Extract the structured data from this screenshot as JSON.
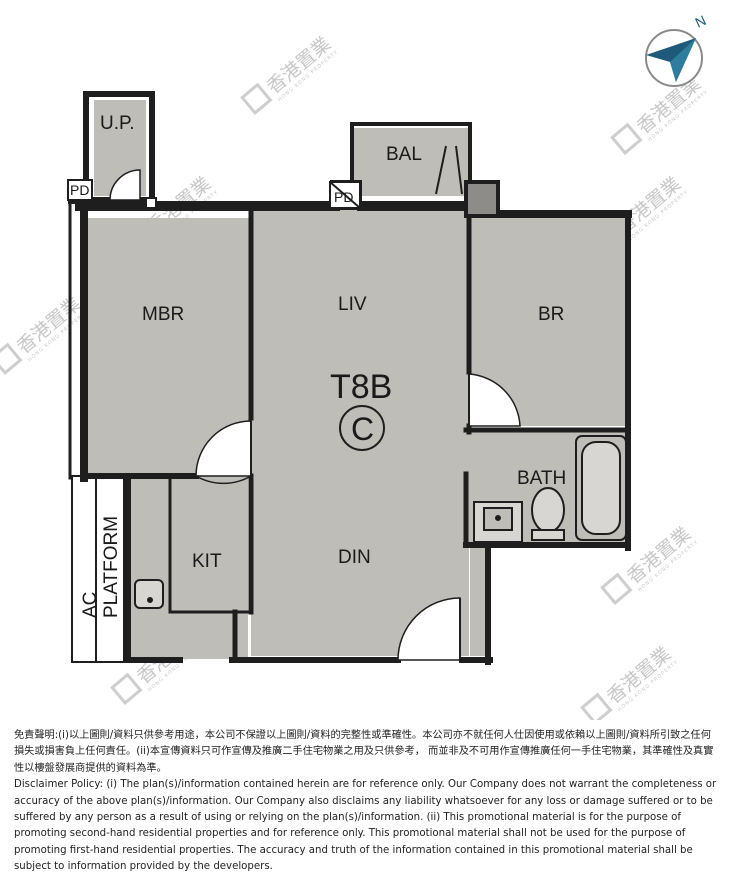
{
  "plan": {
    "unit": "T8B",
    "unit_marker": "C",
    "rooms": {
      "mbr": "MBR",
      "liv": "LIV",
      "br": "BR",
      "bal": "BAL",
      "bath": "BATH",
      "kit": "KIT",
      "din": "DIN",
      "up": "U.P.",
      "pd_left": "PD",
      "pd_center": "PD",
      "ac_platform_line1": "AC",
      "ac_platform_line2": "PLATFORM"
    },
    "compass_letter": "N"
  },
  "watermark": {
    "text": "香港置業",
    "subtext": "HONG KONG PROPERTY"
  },
  "disclaimer": {
    "chinese": "免責聲明:(i)以上圖則/資料只供參考用途，本公司不保證以上圖則/資料的完整性或準確性。本公司亦不就任何人仕因使用或依賴以上圖則/資料所引致之任何損失或損害負上任何責任。(ii)本宣傳資料只可作宣傳及推廣二手住宅物業之用及只供參考， 而並非及不可用作宣傳推廣任何一手住宅物業，其準確性及真實性以樓盤發展商提供的資料為準。",
    "english": "Disclaimer Policy: (i) The plan(s)/information contained herein are for reference only. Our Company does not warrant the completeness or accuracy of the above plan(s)/information. Our Company also disclaims any liability whatsoever for any loss or damage suffered or to be suffered by any person as a result of using or relying on the plan(s)/information. (ii) This promotional material is for the purpose of promoting second-hand residential properties and for reference only. This promotional material shall not be used for the purpose of promoting first-hand residential properties. The accuracy and truth of the information contained in this promotional material shall be subject to information provided by the developers."
  }
}
